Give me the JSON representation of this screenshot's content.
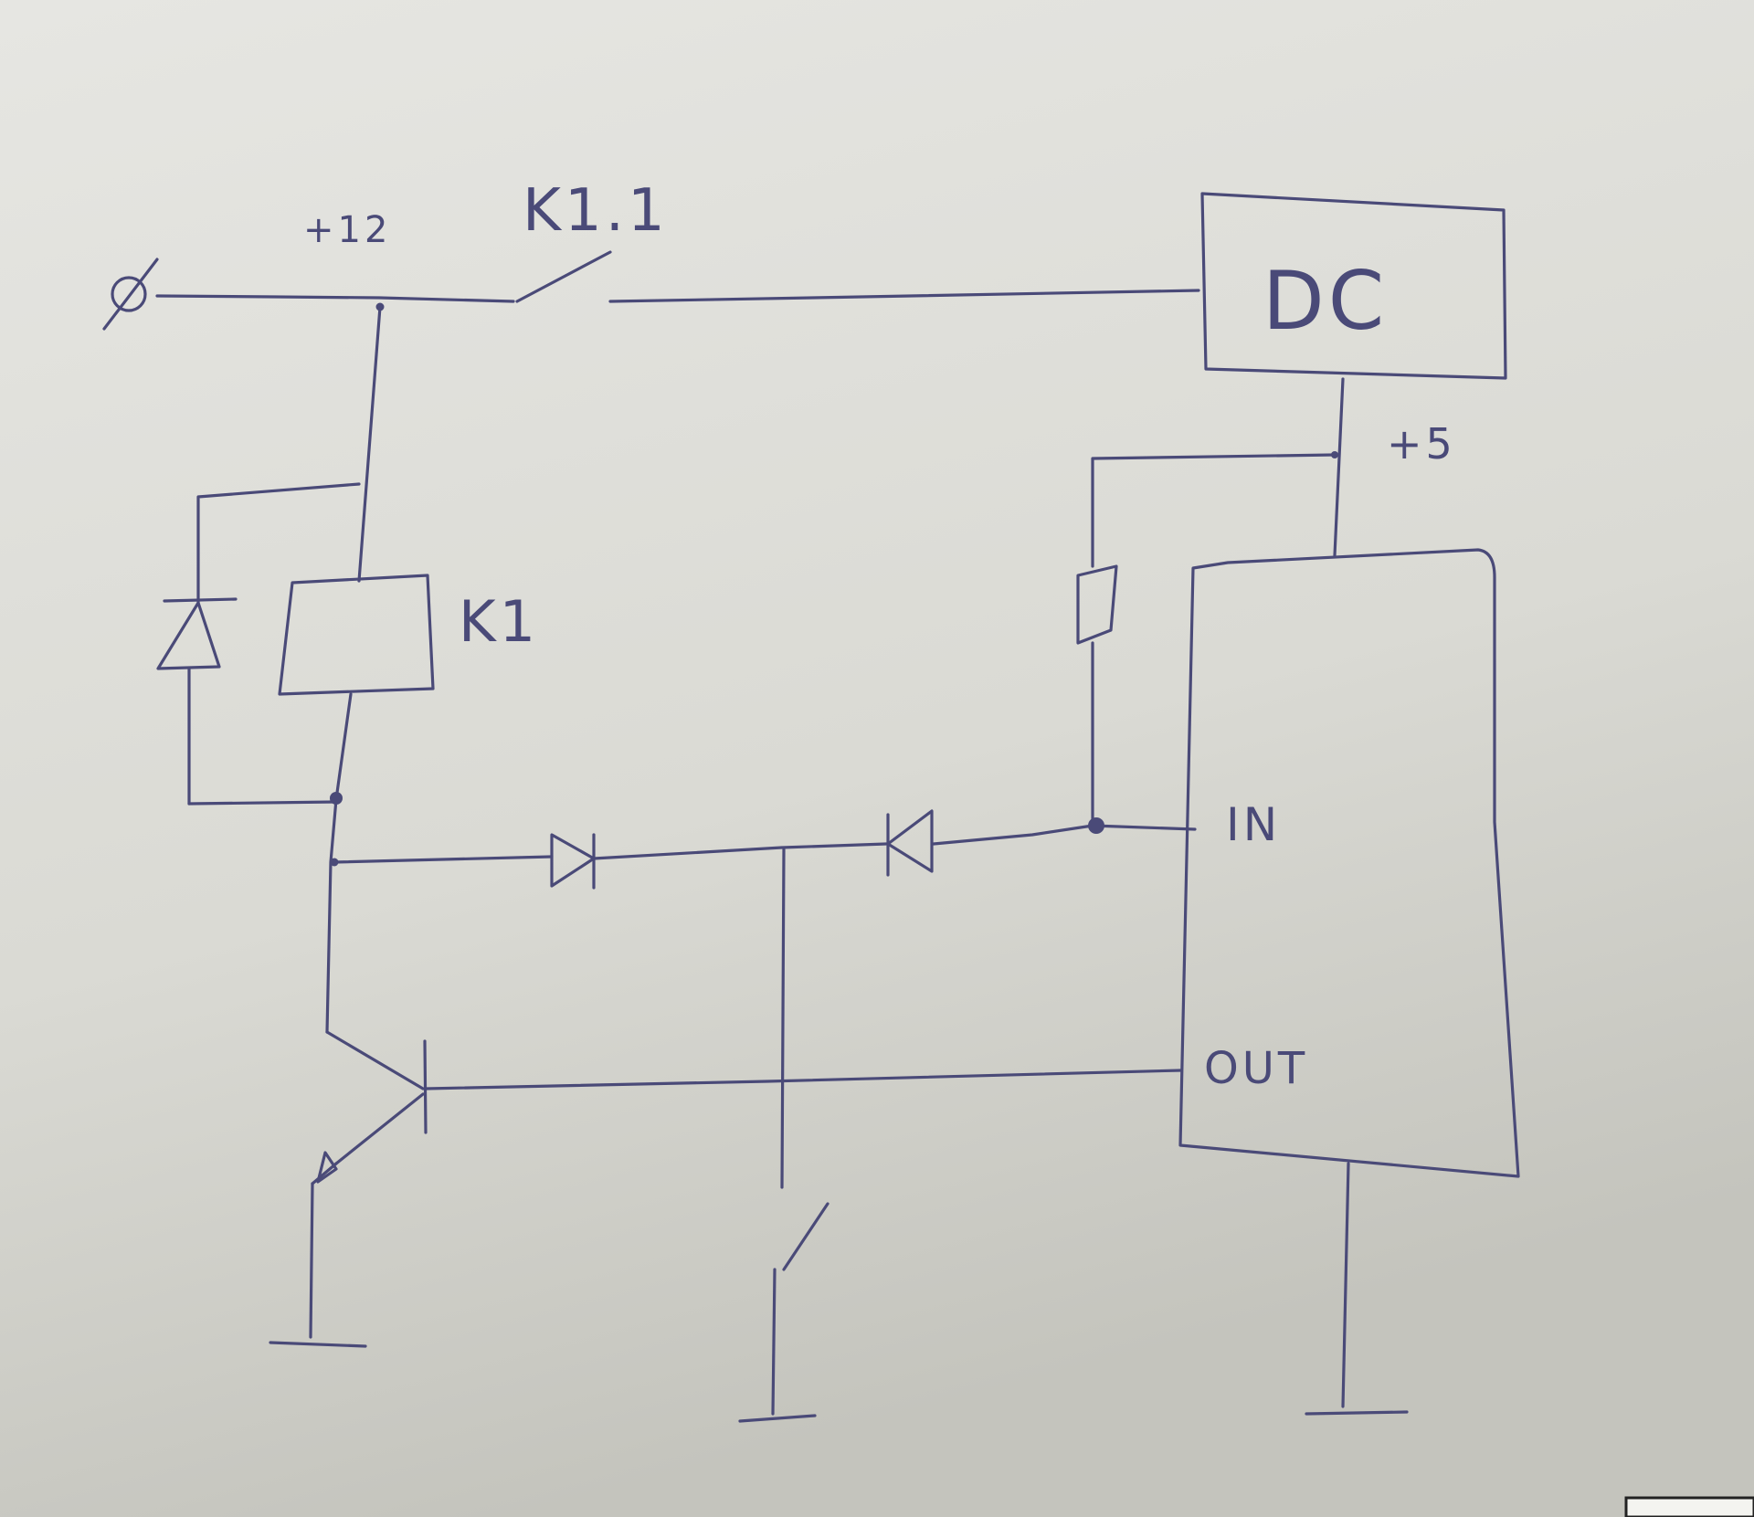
{
  "labels": {
    "ground_symbol": "Ø",
    "supply_12v": "+12",
    "relay_contact": "K1.1",
    "dc_converter": "DC",
    "supply_5v": "+5",
    "relay_coil": "K1",
    "ic_input": "IN",
    "ic_output": "OUT"
  },
  "colors": {
    "ink": "#4a4a78",
    "paper_light": "#e4e4e0",
    "paper_dark": "#bdbdb6"
  }
}
